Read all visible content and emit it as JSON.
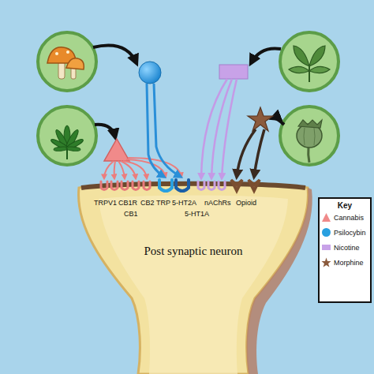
{
  "diagram": {
    "nodes": [
      {
        "text": [
          "Post synaptic neuron"
        ]
      },
      {
        "text": [
          "Key"
        ]
      }
    ],
    "labels": [
      "TRPV1",
      "CB1R",
      "CB1",
      "CB2",
      "TRP",
      "5-HT2A",
      "5-HT1A",
      "nAChRs",
      "Opioid"
    ],
    "legend": [
      {
        "text": "Cannabis"
      },
      {
        "text": "Psilocybin"
      },
      {
        "text": "Nicotine"
      },
      {
        "text": "Morphine"
      }
    ]
  }
}
